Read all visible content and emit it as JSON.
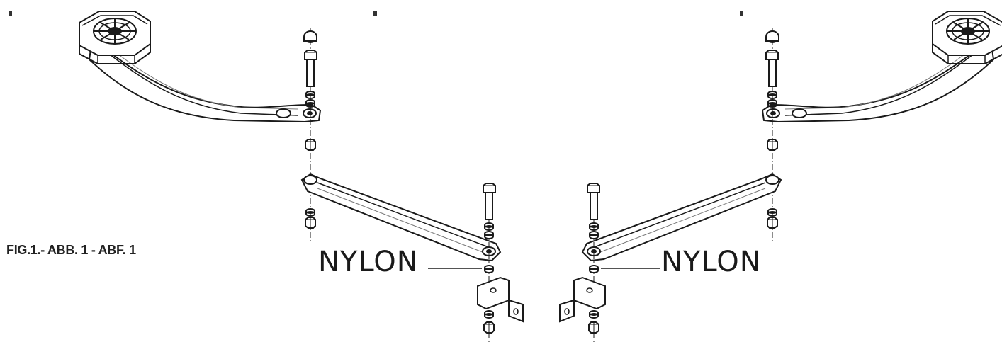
{
  "figure": {
    "caption": "FIG.1.- ABB. 1 - ABF. 1",
    "callout_left": "NYLON",
    "callout_right": "NYLON"
  },
  "colors": {
    "line": "#1a1a1a",
    "hatch": "#777777",
    "background": "#ffffff"
  }
}
